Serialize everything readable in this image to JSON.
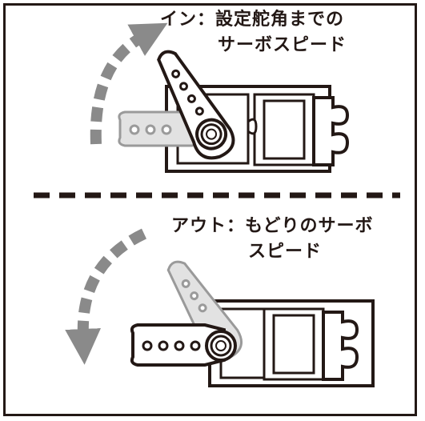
{
  "panel_in": {
    "caption_line1": "イン：設定舵角までの",
    "caption_line2": "サーボスピード"
  },
  "panel_out": {
    "caption_line1": "アウト：もどりのサーボ",
    "caption_line2": "スピード"
  },
  "colors": {
    "ink": "#231815",
    "gray_arrow": "#8a8a8a",
    "light_gray_horn": "#d0d0d0"
  }
}
